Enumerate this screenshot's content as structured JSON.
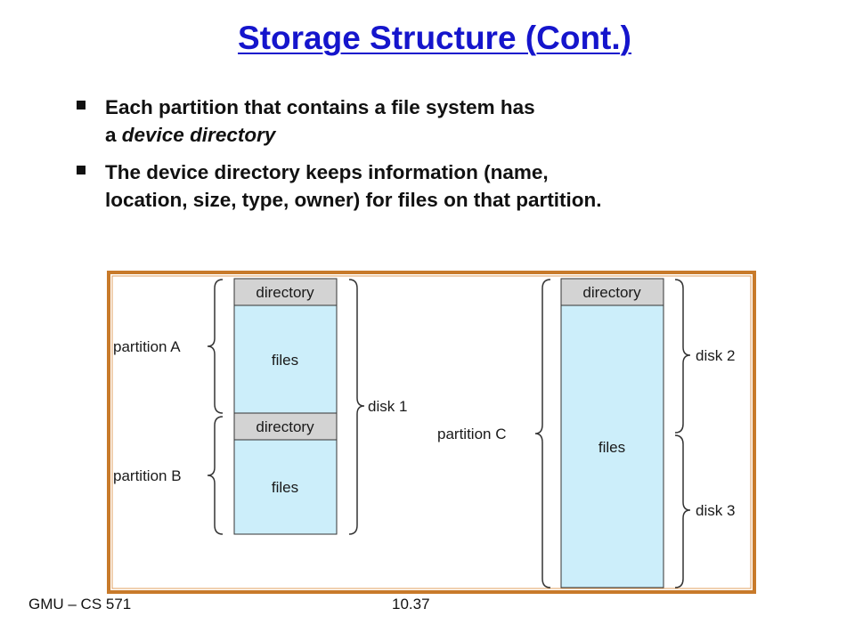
{
  "slide": {
    "title": "Storage Structure (Cont.)",
    "bullets": [
      {
        "line1": "Each partition that contains  a file system has",
        "line2_prefix": "a ",
        "line2_italic": "device directory"
      },
      {
        "line1": "The device directory keeps information (name,",
        "line2_prefix": "location, size, type, owner) for files on that partition.",
        "line2_italic": ""
      }
    ]
  },
  "diagram": {
    "left_column": {
      "blocks": [
        {
          "label": "directory"
        },
        {
          "label": "files"
        },
        {
          "label": "directory"
        },
        {
          "label": "files"
        }
      ],
      "partitions": [
        "partition A",
        "partition B"
      ],
      "disk": "disk 1"
    },
    "right_column": {
      "blocks": [
        {
          "label": "directory"
        },
        {
          "label": "files"
        }
      ],
      "partition": "partition C",
      "disks": [
        "disk 2",
        "disk 3"
      ]
    },
    "colors": {
      "frame": "#c87a2a",
      "directory_fill": "#d3d3d3",
      "files_fill": "#cceefa",
      "outline": "#333333",
      "brace": "#333333"
    }
  },
  "footer": {
    "left": "GMU – CS 571",
    "center": "10.37"
  }
}
